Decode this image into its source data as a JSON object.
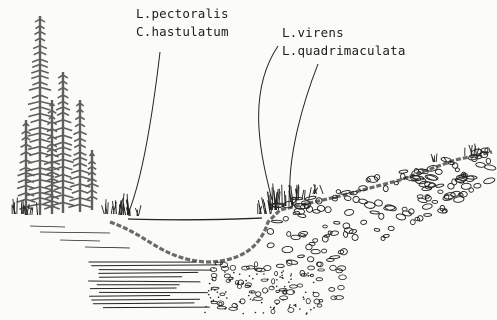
{
  "labels": {
    "left_group": [
      "L.pectoralis",
      "C.hastulatum"
    ],
    "right_group": [
      "L.virens",
      "L.quadrimaculata"
    ]
  },
  "colors": {
    "ink": "#222222",
    "vegetation": "#5f5f5f",
    "paper": "#fbfbf8"
  }
}
